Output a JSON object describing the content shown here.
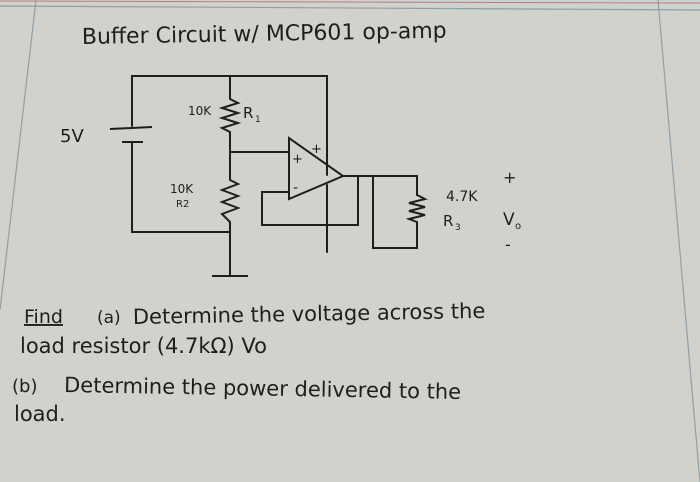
{
  "title": "Buffer Circuit w/ MCP601 op-amp",
  "source": {
    "label": "5V"
  },
  "resistors": [
    {
      "id": "R1",
      "value": "10K",
      "name": "R1",
      "name_main": "R",
      "name_sub": "1"
    },
    {
      "id": "R2",
      "value": "10K",
      "name": "R2"
    },
    {
      "id": "R3",
      "value": "4.7K",
      "name": "R3",
      "name_main": "R",
      "name_sub": "3"
    }
  ],
  "opamp": {
    "plus_input": "+",
    "minus_input": "-",
    "supply_plus": "+"
  },
  "output": {
    "plus": "+",
    "label": "Vo",
    "label_main": "V",
    "label_sub": "o",
    "minus": "-"
  },
  "problem": {
    "find_label": "Find",
    "part_a_marker": "(a)",
    "part_a_line1": "Determine the voltage across the",
    "part_a_line2": "load resistor (4.7kΩ) Vo",
    "part_b_marker": "(b)",
    "part_b_line1": "Determine the power delivered to the",
    "part_b_line2": "load."
  },
  "colors": {
    "paper": "#d2d2cc",
    "ink": "#1e1e1c",
    "grid": "#8fa0a6",
    "margin_line": "#b07f88"
  }
}
